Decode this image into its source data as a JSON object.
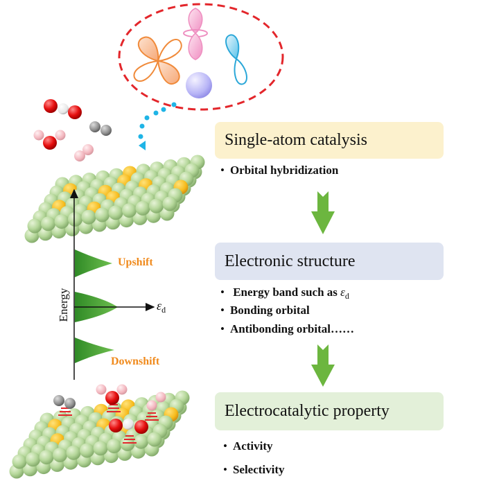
{
  "flow": {
    "step1": {
      "title": "Single-atom catalysis",
      "bullets": [
        "Orbital hybridization"
      ]
    },
    "step2": {
      "title": "Electronic structure",
      "bullets": [
        "Energy band such as",
        "Bonding orbital",
        "Antibonding orbital……"
      ],
      "symbol": "ε",
      "symbol_sub": "d"
    },
    "step3": {
      "title": "Electrocatalytic property",
      "bullets": [
        "Activity",
        "Selectivity"
      ]
    }
  },
  "energy_diagram": {
    "axis_label": "Energy",
    "x_symbol": "ε",
    "x_sub": "d",
    "upshift_label": "Upshift",
    "downshift_label": "Downshift"
  },
  "colors": {
    "step1_bg": "#fcf1cd",
    "step2_bg": "#dfe4f1",
    "step3_bg": "#e3f0d9",
    "arrow_green": "#6cb63f",
    "band_green": "#3f9a2f",
    "shift_orange": "#f08a1c",
    "dashed_red": "#e3262b",
    "dotted_cyan": "#1fb4e6"
  },
  "orbitals": [
    "d-orbital",
    "p-orbital-dz2",
    "s-orbital",
    "p-orbital"
  ]
}
